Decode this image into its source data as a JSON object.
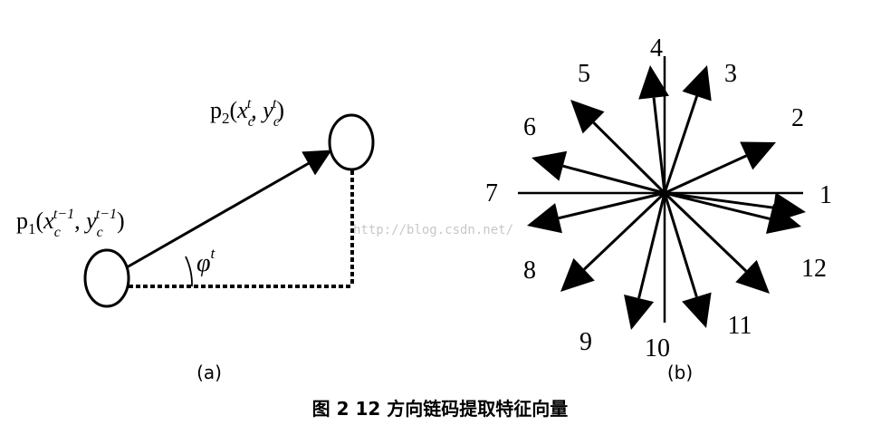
{
  "panel_a": {
    "p1": {
      "base": "p",
      "sub": "1",
      "x": "x",
      "x_sub": "c",
      "x_sup": "t−1",
      "y": "y",
      "y_sub": "c",
      "y_sup": "t−1"
    },
    "p2": {
      "base": "p",
      "sub": "2",
      "x": "x",
      "x_sub": "c",
      "x_sup": "t",
      "y": "y",
      "y_sub": "c",
      "y_sup": "t"
    },
    "angle": {
      "symbol": "φ",
      "sup": "t"
    },
    "caption": "(a)"
  },
  "panel_b": {
    "direction_labels": [
      "1",
      "2",
      "3",
      "4",
      "5",
      "6",
      "7",
      "8",
      "9",
      "10",
      "11",
      "12"
    ],
    "caption": "(b)"
  },
  "watermark": "http://blog.csdn.net/",
  "figure_caption": "图 2   12 方向链码提取特征向量"
}
